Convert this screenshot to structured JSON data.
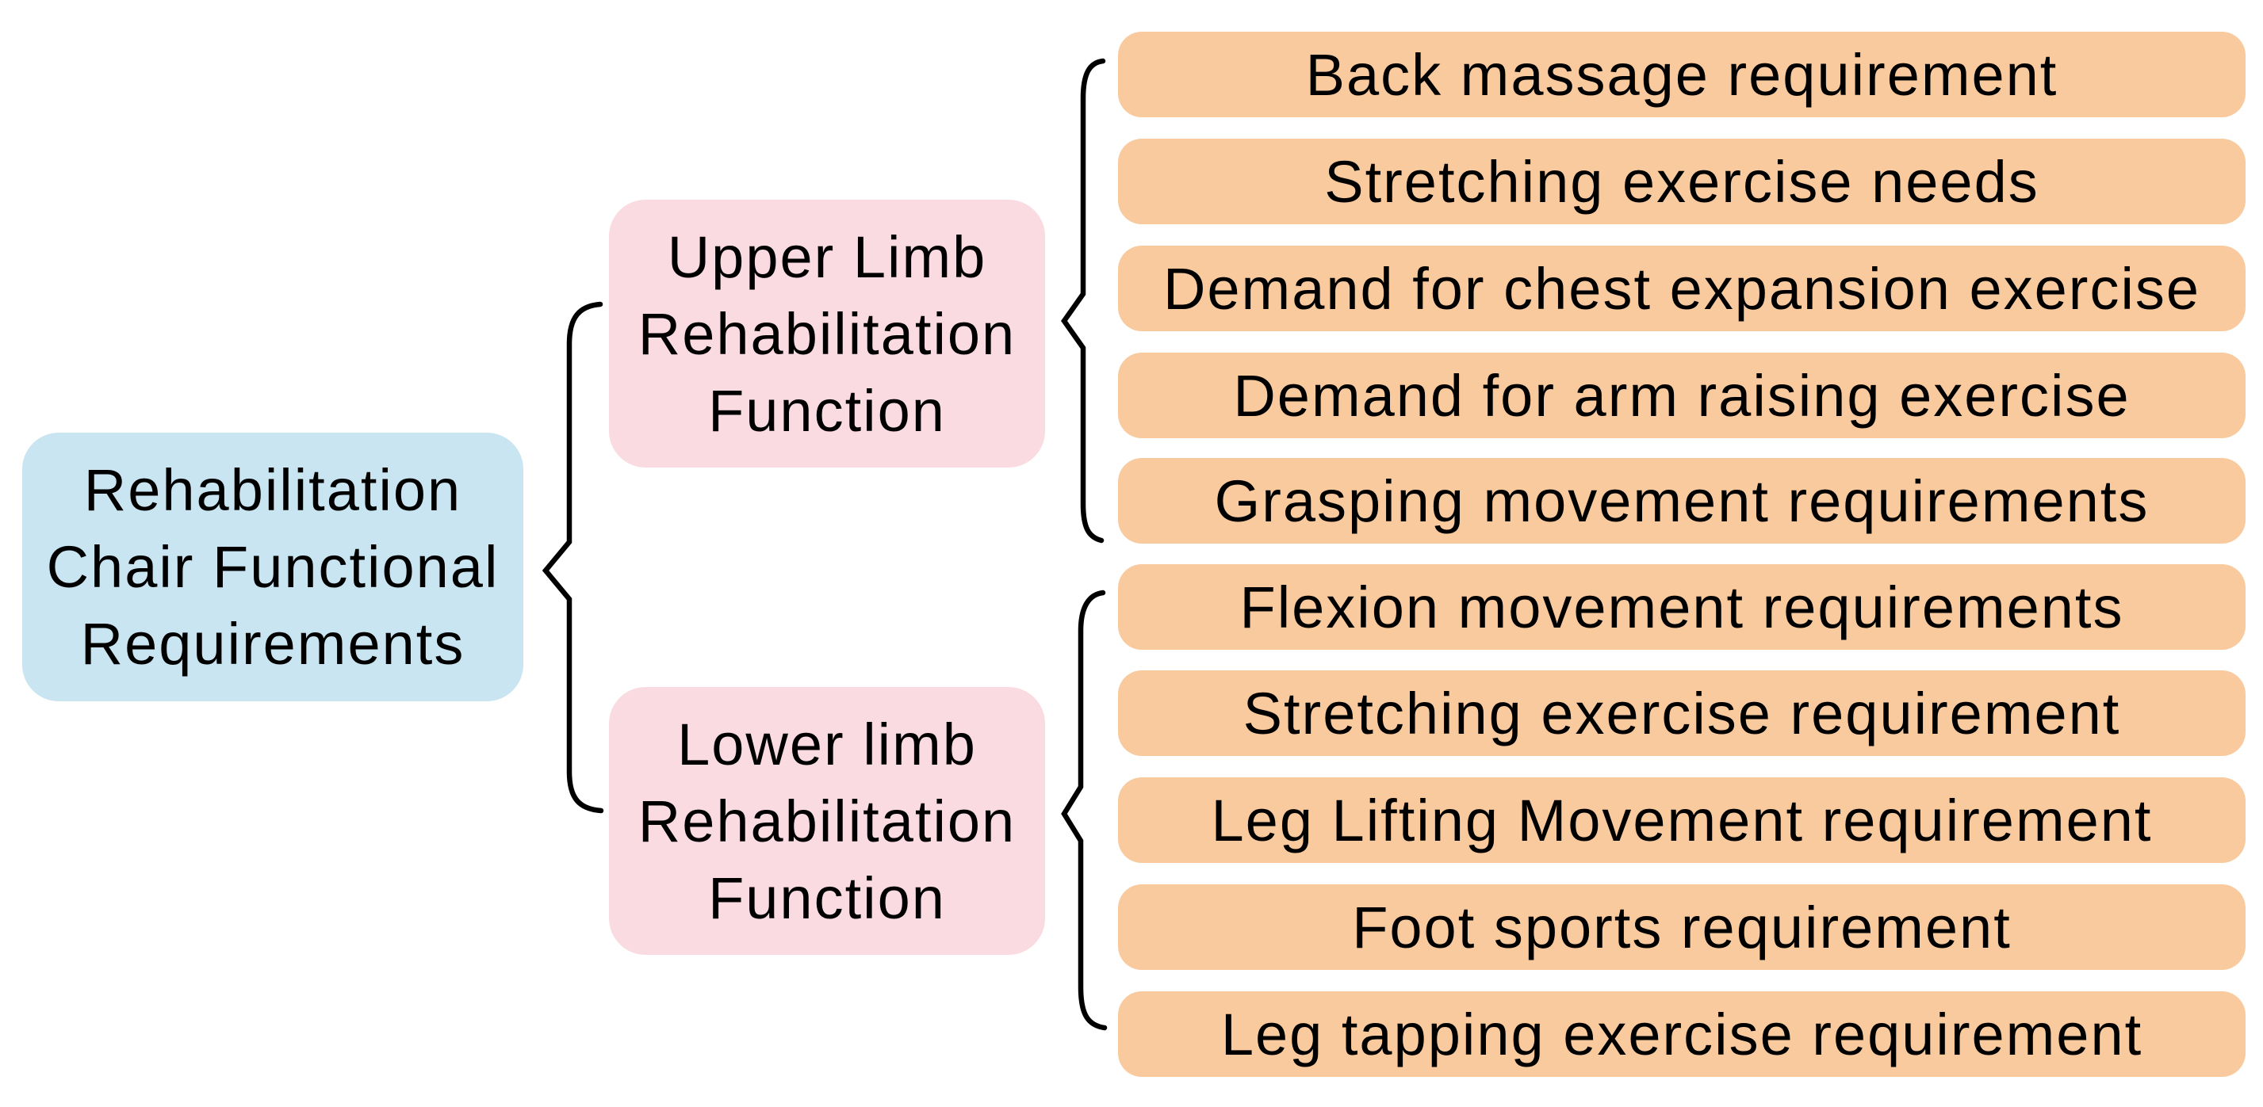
{
  "diagram": {
    "title": "Rehabilitation Chair Functional Requirements mind map",
    "root": {
      "label": "Rehabilitation Chair Functional Requirements",
      "lines": [
        "Rehabilitation",
        "Chair Functional",
        "Requirements"
      ]
    },
    "branches": [
      {
        "label": "Upper Limb Rehabilitation Function",
        "lines": [
          "Upper Limb",
          "Rehabilitation",
          "Function"
        ],
        "children": [
          "Back massage requirement",
          "Stretching exercise needs",
          "Demand for chest expansion exercise",
          "Demand for arm raising exercise",
          "Grasping movement requirements"
        ]
      },
      {
        "label": "Lower limb Rehabilitation Function",
        "lines": [
          "Lower limb",
          "Rehabilitation",
          "Function"
        ],
        "children": [
          "Flexion movement requirements",
          "Stretching exercise requirement",
          "Leg Lifting Movement requirement",
          "Foot sports requirement",
          "Leg tapping exercise requirement"
        ]
      }
    ],
    "colors": {
      "root_fill": "#C9E5F1",
      "branch_fill": "#FBDBE2",
      "leaf_fill": "#F9CA9E",
      "text": "#000000",
      "brace": "#000000"
    }
  }
}
